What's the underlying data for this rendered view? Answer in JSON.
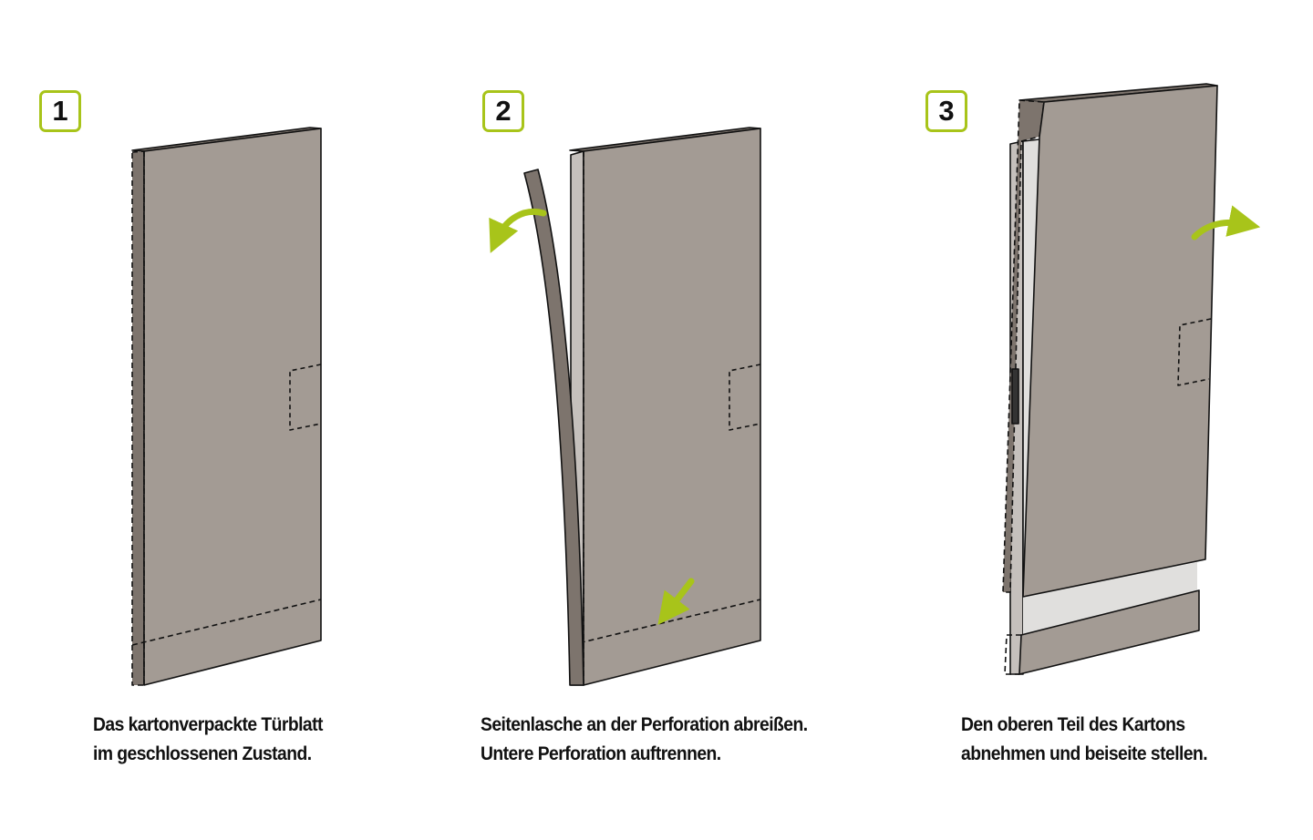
{
  "steps": [
    {
      "number": "1",
      "caption": [
        "Das kartonverpackte Türblatt",
        "im geschlossenen Zustand."
      ]
    },
    {
      "number": "2",
      "caption": [
        "Seitenlasche an der Perforation abreißen.",
        "Untere Perforation auftrennen."
      ]
    },
    {
      "number": "3",
      "caption": [
        "Den oberen Teil des Kartons",
        "abnehmen und beiseite stellen."
      ]
    }
  ],
  "colors": {
    "accent": "#a8c41a",
    "carton": "#a39b94",
    "carton_side": "#7d746d",
    "door": "#e0dfdd",
    "frame": "#c5c0bc"
  }
}
